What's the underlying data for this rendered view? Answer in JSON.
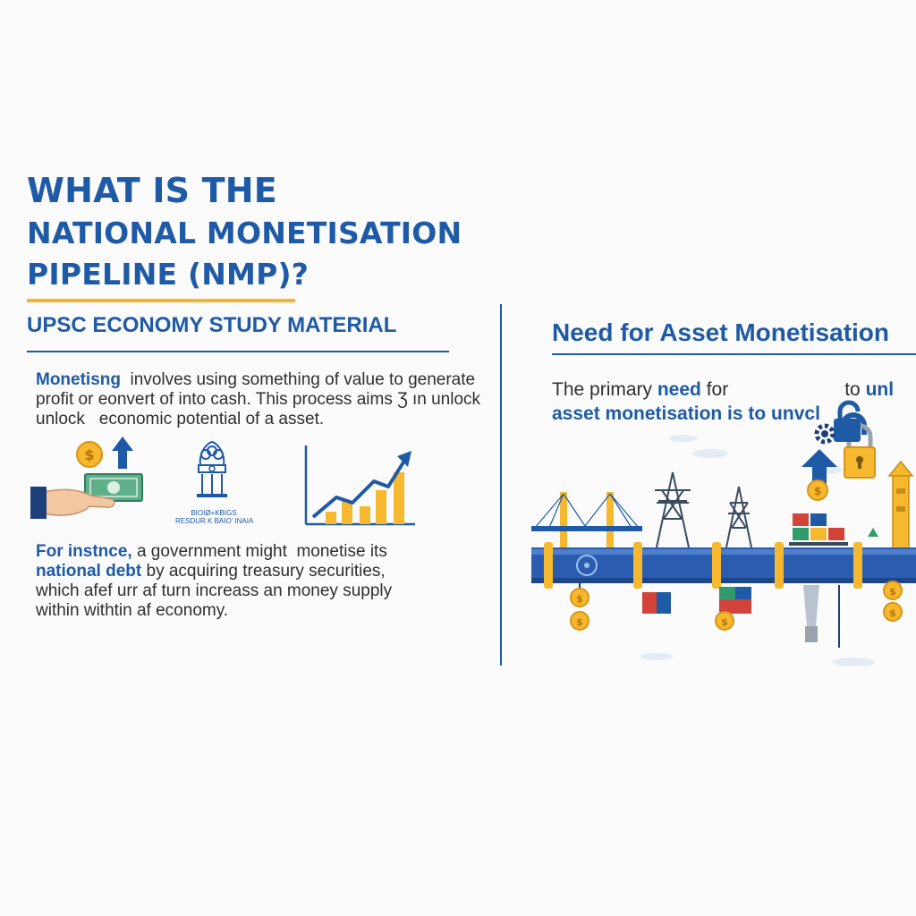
{
  "header": {
    "title_lines": [
      "WHAT IS THE",
      "NATIONAL MONETISATION",
      "PIPELINE (NMP)?"
    ],
    "subtitle": "UPSC ECONOMY STUDY MATERIAL"
  },
  "left": {
    "para1": {
      "highlight": "Monetisng",
      "line1_rest": "  involves using something of value to generate",
      "line2": "profit or eonvert of into cash. This process aims Ʒ ın unlock",
      "line3": "unlock   economic potential of a asset."
    },
    "rbi_caption_lines": [
      "BIOIØ+KBIGS",
      "RESDUR K BAIO' INAIA"
    ],
    "para2": {
      "lead": "For instnce,",
      "line1_rest": " a government might  monetise its",
      "highlight": "national debt",
      "line2_rest": " by acquiring treasury securities,",
      "line3": "which afef urr af turn increass an money supply",
      "line4": "within withtin af economy."
    }
  },
  "right": {
    "title": "Need for Asset Monetisation",
    "text": {
      "line1_start": "The pri",
      "line1_mid": "mary ",
      "line1_bold": "need",
      "line1_rest": " for",
      "line1_end_plain": "to ",
      "line1_end_bold": "unl",
      "line2": "asset monetisation is to unvcl"
    }
  },
  "colors": {
    "primary_blue": "#1e5aa6",
    "accent_yellow": "#f2b431",
    "gold_coin": "#f5b82e",
    "pipeline_blue": "#2a5db0"
  },
  "icons": [
    "dollar-coin-icon",
    "up-arrow-icon",
    "banknote-icon",
    "hand-icon",
    "emblem-icon",
    "bar-chart-icon",
    "trend-arrow-icon",
    "bridge-icon",
    "transmission-tower-icon",
    "padlock-icon",
    "gear-icon",
    "container-stack-icon",
    "lighthouse-icon",
    "pipeline-icon"
  ]
}
